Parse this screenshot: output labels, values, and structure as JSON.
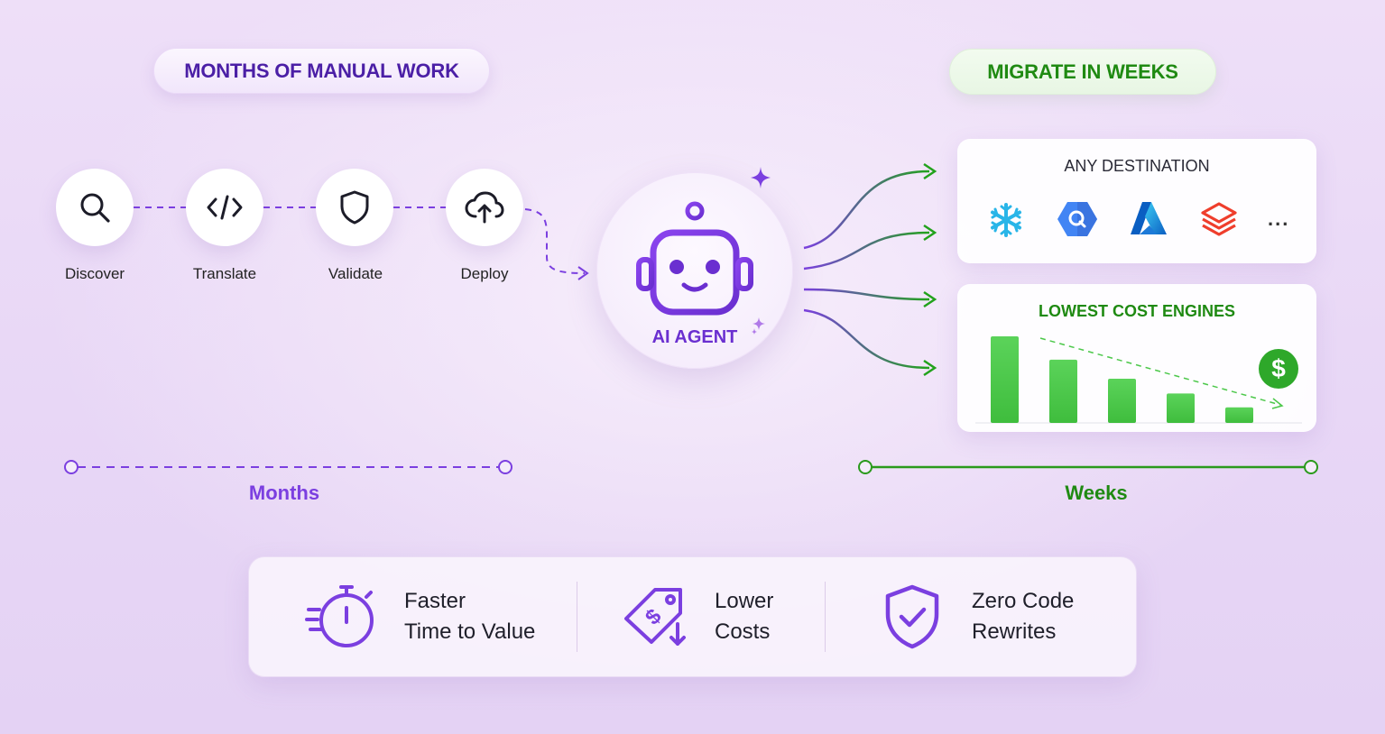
{
  "header": {
    "left_pill": "MONTHS OF MANUAL WORK",
    "right_pill": "MIGRATE IN WEEKS"
  },
  "steps": [
    {
      "label": "Discover",
      "icon": "search-icon"
    },
    {
      "label": "Translate",
      "icon": "code-icon"
    },
    {
      "label": "Validate",
      "icon": "shield-icon"
    },
    {
      "label": "Deploy",
      "icon": "cloud-upload-icon"
    }
  ],
  "agent": {
    "label": "AI AGENT",
    "icon": "robot-icon"
  },
  "destination_card": {
    "title": "ANY DESTINATION",
    "logos": [
      "snowflake-logo",
      "bigquery-logo",
      "azure-logo",
      "databricks-logo"
    ],
    "more": "..."
  },
  "cost_card": {
    "title": "LOWEST COST ENGINES",
    "badge_icon": "dollar-icon",
    "badge_text": "$"
  },
  "chart_data": {
    "type": "bar",
    "title": "LOWEST COST ENGINES",
    "categories": [
      "",
      "",
      "",
      "",
      ""
    ],
    "values": [
      100,
      73,
      51,
      34,
      18
    ],
    "trend": "decreasing"
  },
  "timelines": {
    "left_label": "Months",
    "right_label": "Weeks"
  },
  "benefits": [
    {
      "line1": "Faster",
      "line2": "Time to Value",
      "icon": "stopwatch-icon"
    },
    {
      "line1": "Lower",
      "line2": "Costs",
      "icon": "price-tag-down-icon"
    },
    {
      "line1": "Zero Code",
      "line2": "Rewrites",
      "icon": "shield-check-icon"
    }
  ],
  "colors": {
    "purple": "#6a2fd0",
    "dark_purple": "#4b1fa6",
    "green": "#2a9a1c",
    "bar_green": "#4cc84a"
  }
}
